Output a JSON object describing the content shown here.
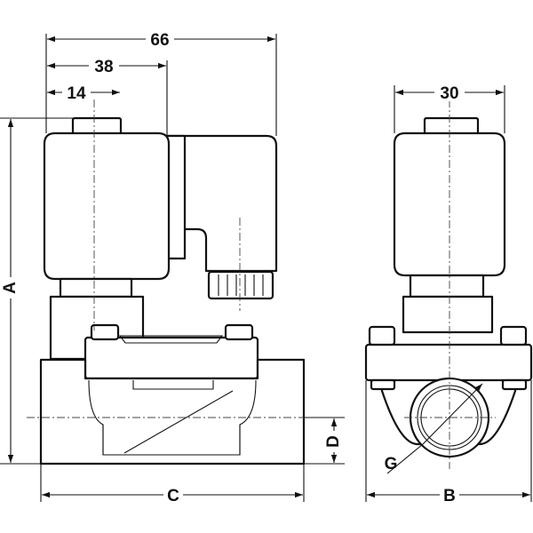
{
  "dimensions": {
    "width_66": "66",
    "width_38": "38",
    "width_14": "14",
    "width_30": "30",
    "label_a": "A",
    "label_b": "B",
    "label_c": "C",
    "label_d": "D",
    "label_g": "G"
  },
  "colors": {
    "line": "#111111",
    "background": "#ffffff"
  }
}
